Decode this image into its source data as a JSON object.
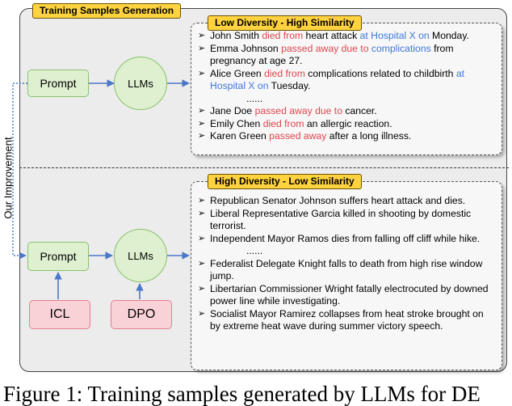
{
  "diagram": {
    "outer_title": "Training Samples Generation",
    "side_label": "Our Improvement",
    "top": {
      "section_title": "Low Diversity - High Similarity",
      "prompt_label": "Prompt",
      "llm_label": "LLMs",
      "samples": [
        {
          "segments": [
            {
              "text": "John Smith ",
              "color": "black"
            },
            {
              "text": "died from",
              "color": "red"
            },
            {
              "text": " heart attack ",
              "color": "black"
            },
            {
              "text": "at Hospital X on",
              "color": "blue"
            },
            {
              "text": " Monday.",
              "color": "black"
            }
          ]
        },
        {
          "segments": [
            {
              "text": "Emma Johnson ",
              "color": "black"
            },
            {
              "text": "passed away due to",
              "color": "red"
            },
            {
              "text": " ",
              "color": "black"
            },
            {
              "text": "complications",
              "color": "blue"
            },
            {
              "text": " from pregnancy at age 27.",
              "color": "black"
            }
          ]
        },
        {
          "segments": [
            {
              "text": "Alice Green ",
              "color": "black"
            },
            {
              "text": "died from",
              "color": "red"
            },
            {
              "text": " complications related to childbirth ",
              "color": "black"
            },
            {
              "text": "at Hospital X on",
              "color": "blue"
            },
            {
              "text": " Tuesday.",
              "color": "black"
            }
          ]
        },
        {
          "ellipsis": "......"
        },
        {
          "segments": [
            {
              "text": "Jane Doe ",
              "color": "black"
            },
            {
              "text": "passed away due to",
              "color": "red"
            },
            {
              "text": " cancer.",
              "color": "black"
            }
          ]
        },
        {
          "segments": [
            {
              "text": "Emily Chen ",
              "color": "black"
            },
            {
              "text": "died from",
              "color": "red"
            },
            {
              "text": " an allergic reaction.",
              "color": "black"
            }
          ]
        },
        {
          "segments": [
            {
              "text": "Karen Green ",
              "color": "black"
            },
            {
              "text": "passed away",
              "color": "red"
            },
            {
              "text": " after a long illness.",
              "color": "black"
            }
          ]
        }
      ]
    },
    "bottom": {
      "section_title": "High Diversity - Low Similarity",
      "prompt_label": "Prompt",
      "llm_label": "LLMs",
      "icl_label": "ICL",
      "dpo_label": "DPO",
      "samples": [
        {
          "segments": [
            {
              "text": "Republican Senator Johnson suffers heart attack and dies.",
              "color": "black"
            }
          ]
        },
        {
          "segments": [
            {
              "text": "Liberal Representative Garcia killed in shooting by domestic terrorist.",
              "color": "black"
            }
          ]
        },
        {
          "segments": [
            {
              "text": "Independent Mayor Ramos dies from falling off cliff while hike.",
              "color": "black"
            }
          ]
        },
        {
          "ellipsis": "......"
        },
        {
          "segments": [
            {
              "text": "Federalist Delegate Knight falls to death from high rise window jump.",
              "color": "black"
            }
          ]
        },
        {
          "segments": [
            {
              "text": "Libertarian Commissioner Wright fatally electrocuted by downed power line while investigating.",
              "color": "black"
            }
          ]
        },
        {
          "segments": [
            {
              "text": "Socialist Mayor Ramirez collapses from heat stroke brought on by extreme heat wave during summer victory speech.",
              "color": "black"
            }
          ]
        }
      ]
    },
    "caption": "Figure 1: Training samples generated by LLMs for DE"
  },
  "colors": {
    "title_fill": "#ffd23f",
    "green_fill": "#dff0d0",
    "green_border": "#87c26a",
    "pink_fill": "#f9d2d7",
    "pink_border": "#e37f8f",
    "highlight_red": "#e0464e",
    "highlight_blue": "#3f78d6",
    "arrow_blue": "#4a78c8"
  }
}
